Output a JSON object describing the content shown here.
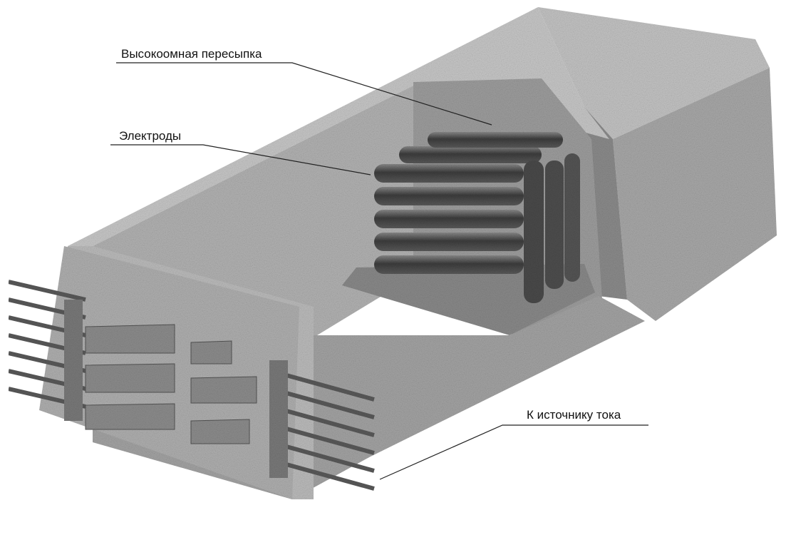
{
  "labels": {
    "high_resistance_fill": "Высокоомная пересыпка",
    "electrodes": "Электроды",
    "to_current_source": "К источнику тока"
  },
  "colors": {
    "shade_light": "#bdbdbd",
    "shade_mid": "#9a9a9a",
    "shade_dark": "#6e6e6e",
    "electrode": "#4a4a4a",
    "line": "#222222"
  }
}
